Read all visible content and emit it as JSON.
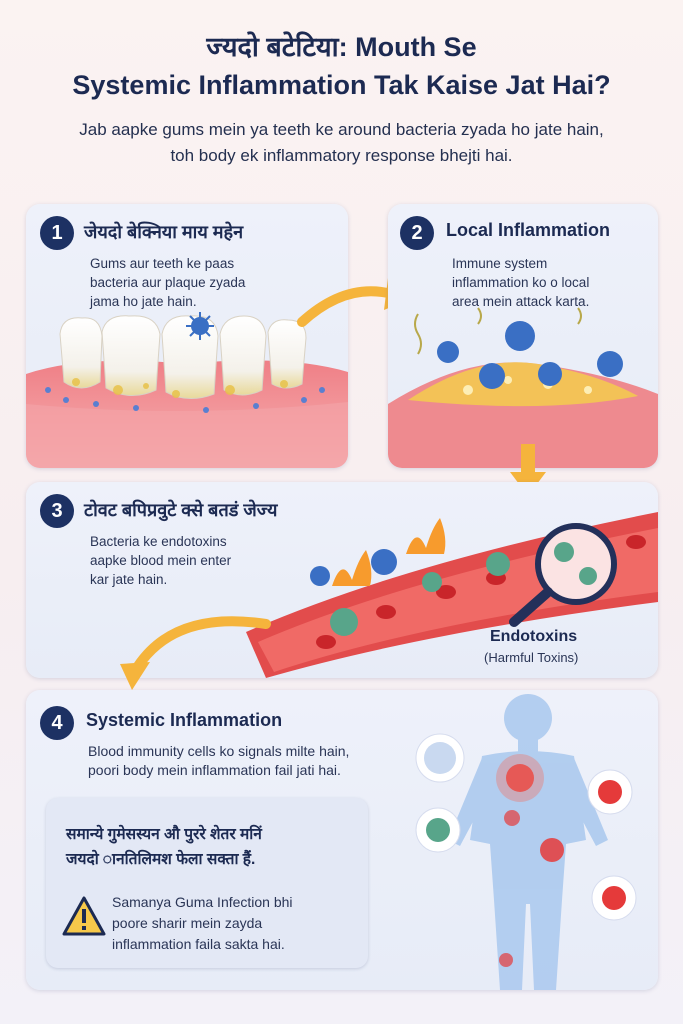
{
  "header": {
    "title_line1": "ज्यदो बटेटिया: Mouth Se",
    "title_line2": "Systemic Inflammation Tak Kaise Jat Hai?",
    "subtitle_line1": "Jab aapke gums mein ya teeth ke around bacteria zyada ho jate hain,",
    "subtitle_line2": "toh body ek inflammatory response bhejti hai."
  },
  "steps": [
    {
      "number": "1",
      "title": "जेयदो बेक्निया माय महेन",
      "text_lines": [
        "Gums aur teeth ke paas",
        "bacteria aur plaque zyada",
        "jama ho jate hain."
      ]
    },
    {
      "number": "2",
      "title": "Local Inflammation",
      "text_lines": [
        "Immune system",
        "inflammation ko o local",
        "area mein attack karta."
      ]
    },
    {
      "number": "3",
      "title": "टोवट बपिप्रवुटे क्से बतडं जेज्य",
      "text_lines": [
        "Bacteria ke endotoxins",
        "aapke blood mein enter",
        "kar jate hain."
      ],
      "callout_title": "Endotoxins",
      "callout_sub": "(Harmful Toxins)"
    },
    {
      "number": "4",
      "title": "Systemic Inflammation",
      "text_lines": [
        "Blood immunity cells ko signals milte hain,",
        "poori body mein inflammation fail jati hai."
      ],
      "note_hindi_lines": [
        "समान्ये गुमेसस्यन औ पुररे शेतर मनिं",
        "जयदो ानतिलिमश फेला सक्ता हैं."
      ],
      "note_text_lines": [
        "Samanya Guma Infection bhi",
        "poore sharir mein zayda",
        "inflammation faila sakta hai."
      ]
    }
  ],
  "colors": {
    "navy": "#1d3163",
    "arrow": "#f5b43c",
    "gum": "#e8707a",
    "bacteria": "#3a6fc4",
    "blood": "#d83a3a",
    "body": "#9cc0ea"
  }
}
